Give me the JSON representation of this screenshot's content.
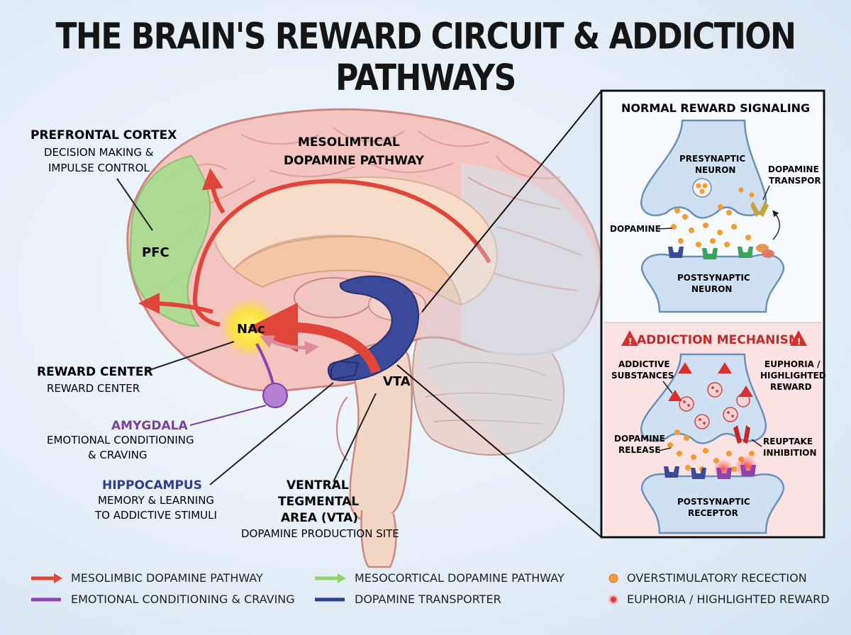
{
  "title": "THE BRAIN'S REWARD CIRCUIT & ADDICTION PATHWAYS",
  "labels": {
    "pfc_title": "PREFRONTAL CORTEX",
    "pfc_sub1": "DECISION MAKING &",
    "pfc_sub2": "IMPULSE CONTROL",
    "pfc_short": "PFC",
    "meso_title1": "MESOLIMTICAL",
    "meso_title2": "DOPAMINE PATHWAY",
    "nac": "NAc",
    "vta_short": "VTA",
    "reward_title": "REWARD CENTER",
    "reward_sub": "REWARD CENTER",
    "amygdala_title": "AMYGDALA",
    "amygdala_sub1": "EMOTIONAL CONDITIONING",
    "amygdala_sub2": "& CRAVING",
    "hippo_title": "HIPPOCAMPUS",
    "hippo_sub1": "MEMORY & LEARNING",
    "hippo_sub2": "TO ADDICTIVE STIMULI",
    "vta_title1": "VENTRAL",
    "vta_title2": "TEGMENTAL",
    "vta_title3": "AREA (VTA)",
    "vta_sub": "DOPAMINE PRODUCTION SITE"
  },
  "inset": {
    "normal_title": "NORMAL REWARD SIGNALING",
    "presyn1": "PRESYNAPTIC",
    "presyn2": "NEURON",
    "dat1": "DOPAMINE",
    "dat2": "TRANSPOR",
    "dopamine": "DOPAMINE",
    "postsyn1": "POSTSYNAPTIC",
    "postsyn2": "NEURON",
    "addiction_title": "ADDICTION MECHANISM",
    "addictive1": "ADDICTIVE",
    "addictive2": "SUBSTANCES",
    "euphoria1": "EUPHORIA /",
    "euphoria2": "HIGHLIGHTED",
    "euphoria3": "REWARD",
    "release1": "DOPAMINE",
    "release2": "RELEASE",
    "reuptake1": "REUPTAKE",
    "reuptake2": "INHIBITION",
    "receptor1": "POSTSYNAPTIC",
    "receptor2": "RECEPTOR",
    "warning": "!"
  },
  "legend": [
    {
      "label": "MESOLIMBIC DOPAMINE PATHWAY",
      "color": "#e0453a",
      "kind": "arrow"
    },
    {
      "label": "EMOTIONAL CONDITIONING & CRAVING",
      "color": "#8e44ad",
      "kind": "line"
    },
    {
      "label": "MESOCORTICAL DOPAMINE PATHWAY",
      "color": "#8fd36f",
      "kind": "arrow"
    },
    {
      "label": "DOPAMINE TRANSPORTER",
      "color": "#2c3e8c",
      "kind": "line"
    },
    {
      "label": "OVERSTIMULATORY RECECTION",
      "color": "#f39c32",
      "kind": "dot"
    },
    {
      "label": "EUPHORIA / HIGHLIGHTED REWARD",
      "color": "#e8343a",
      "kind": "glow"
    }
  ],
  "colors": {
    "mesolimbic": "#e0453a",
    "mesocortical": "#8fd36f",
    "amygdala": "#8e44ad",
    "transporter": "#2c3e8c",
    "dopamine": "#f39c32",
    "brain": "#f4c4c0",
    "brain_outline": "#c98882"
  }
}
